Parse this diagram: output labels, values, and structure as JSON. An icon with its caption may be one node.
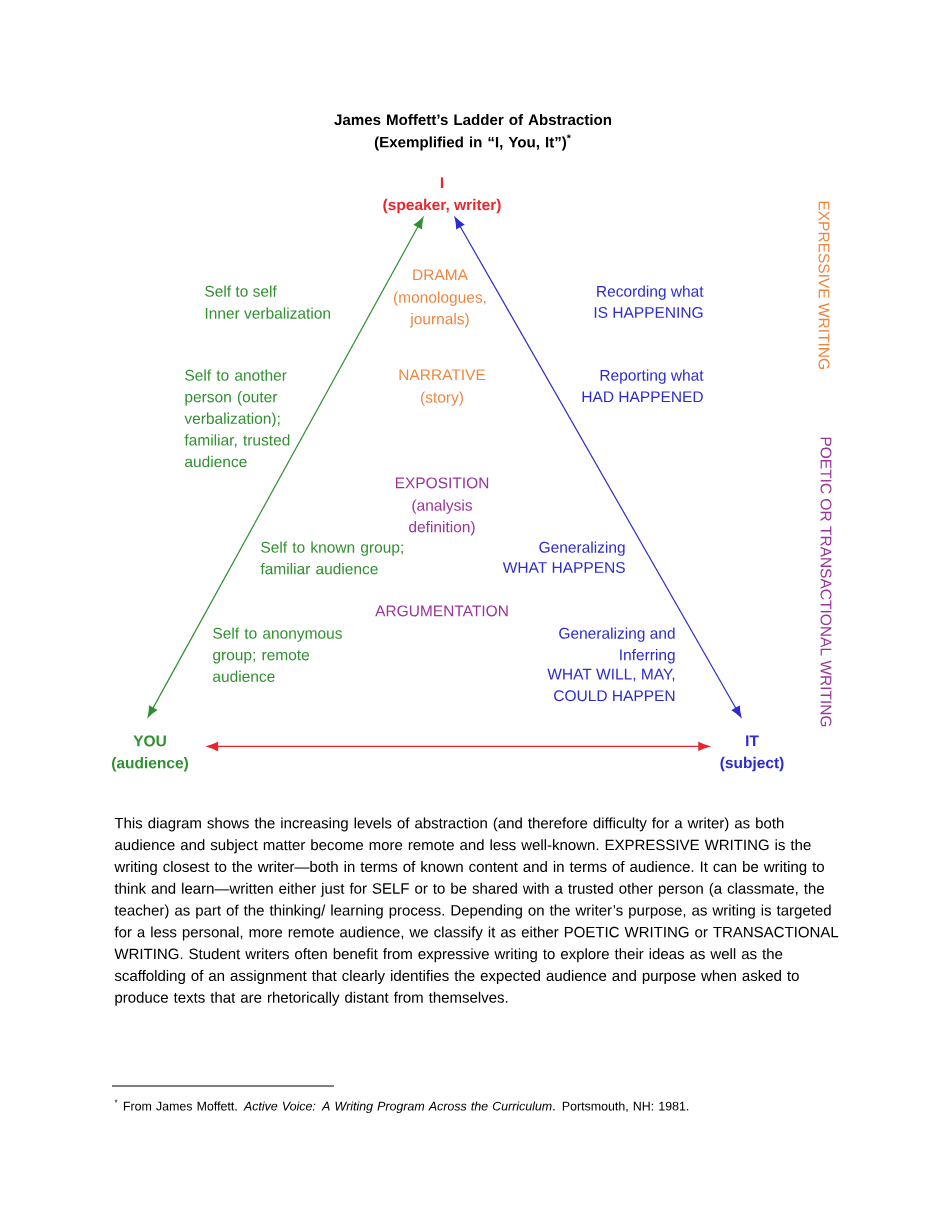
{
  "diagram": {
    "title": "James Moffett’s Ladder of Abstraction (Exemplified in “I, You, It”)$^{*}$",
    "nodes": [
      {
        "text": [
          "I",
          "(speaker, writer)"
        ]
      },
      {
        "text": [
          "YOU",
          "(audience)"
        ]
      },
      {
        "text": [
          "IT",
          "(subject)"
        ]
      }
    ],
    "edges": [
      {
        "from": 1,
        "to": 0,
        "arrow": "both",
        "color": "#2f8f2f"
      },
      {
        "from": 0,
        "to": 2,
        "arrow": "both",
        "color": "#2b2bd0"
      },
      {
        "from": 1,
        "to": 2,
        "arrow": "both",
        "color": "#e8262b"
      }
    ],
    "labels": [
      "DRAMA",
      "(monologues, journals)",
      "EXPRESSIVE WRITING",
      "Self to self",
      "Inner verbalization",
      "Recording what",
      "IS HAPPENING",
      "Self to another person (outer verbalization); familiar, trusted audience",
      "NARRATIVE",
      "(story)",
      "Reporting what",
      "HAD HAPPENED",
      "POETIC OR TRANSACTIONAL WRITING",
      "EXPOSITION",
      "(analysis definition)",
      "Self to known group; familiar audience",
      "Generalizing",
      "WHAT HAPPENS",
      "ARGUMENTATION",
      "Self to anonymous group; remote audience",
      "Generalizing and Inferring",
      "WHAT WILL, MAY, COULD HAPPEN",
      "This diagram shows the increasing levels of abstraction (and therefore difficulty for a writer) as both audience and subject matter become more remote and less well-known. EXPRESSIVE WRITING is the writing closest to the writer—both in terms of known content and in terms of audience. It can be writing to think and learn—written either just for SELF or to be shared with a trusted other person (a classmate, the teacher) as part of the thinking/ learning process. Depending on the writer’s purpose, as writing is targeted for a less personal, more remote audience, we classify it as either POETIC WRITING or TRANSACTIONAL WRITING. Student writers often benefit from expressive writing to explore their ideas as well as the scaffolding of an assignment that clearly identifies the expected audience and purpose when asked to produce texts that are rhetorically distant from themselves.",
      "$^{*}$ From James Moffett. *Active Voice: A Writing Program Across the Curriculum*. Portsmouth, NH: 1981."
    ]
  }
}
